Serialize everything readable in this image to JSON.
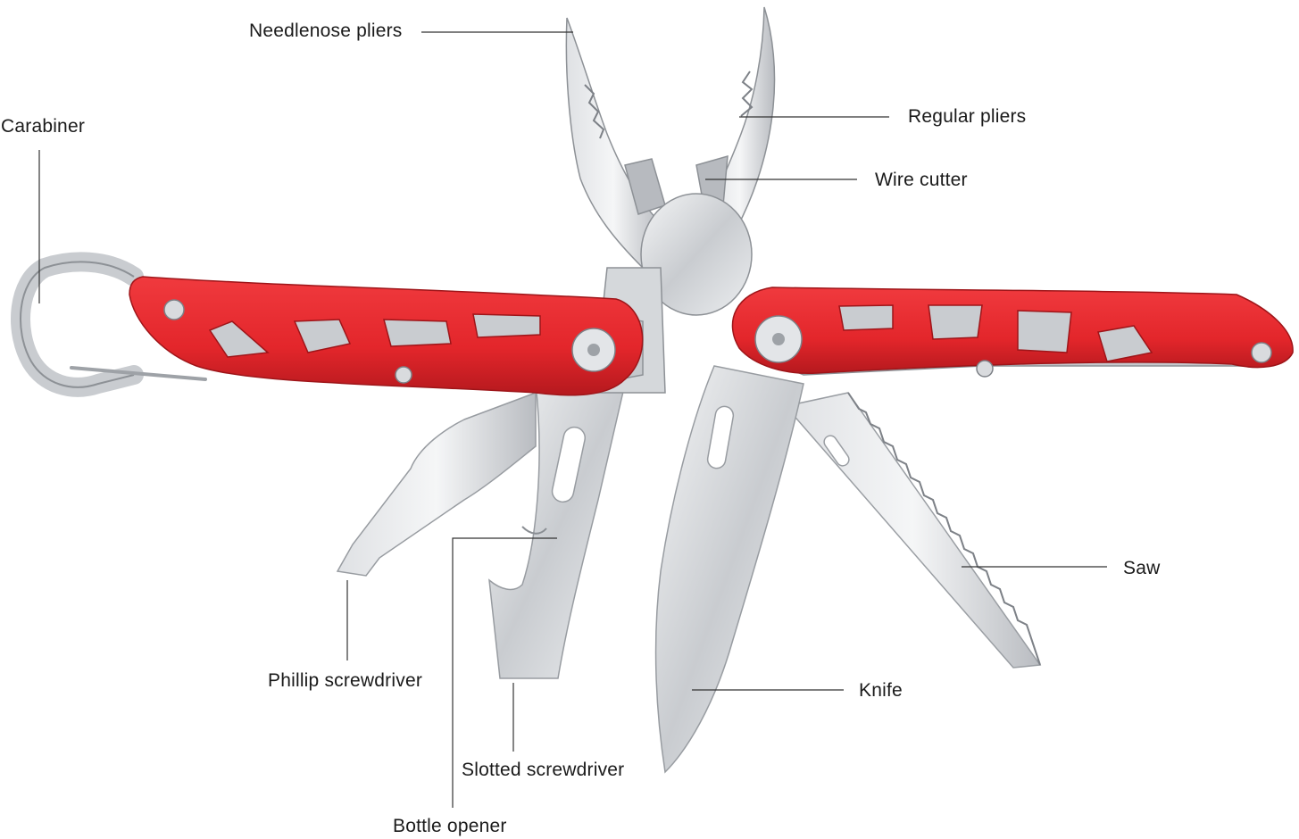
{
  "colors": {
    "handle_red": "#e3262b",
    "handle_red_dark": "#a8161b",
    "steel_light": "#e9eaec",
    "steel_mid": "#bfc2c6",
    "steel_dark": "#8a8e93",
    "leader_line": "#333333",
    "label_text": "#1a1a1a"
  },
  "labels": {
    "needlenose_pliers": "Needlenose pliers",
    "regular_pliers": "Regular pliers",
    "wire_cutter": "Wire cutter",
    "carabiner": "Carabiner",
    "saw": "Saw",
    "knife": "Knife",
    "phillip_screwdriver": "Phillip screwdriver",
    "slotted_screwdriver": "Slotted screwdriver",
    "bottle_opener": "Bottle opener"
  }
}
